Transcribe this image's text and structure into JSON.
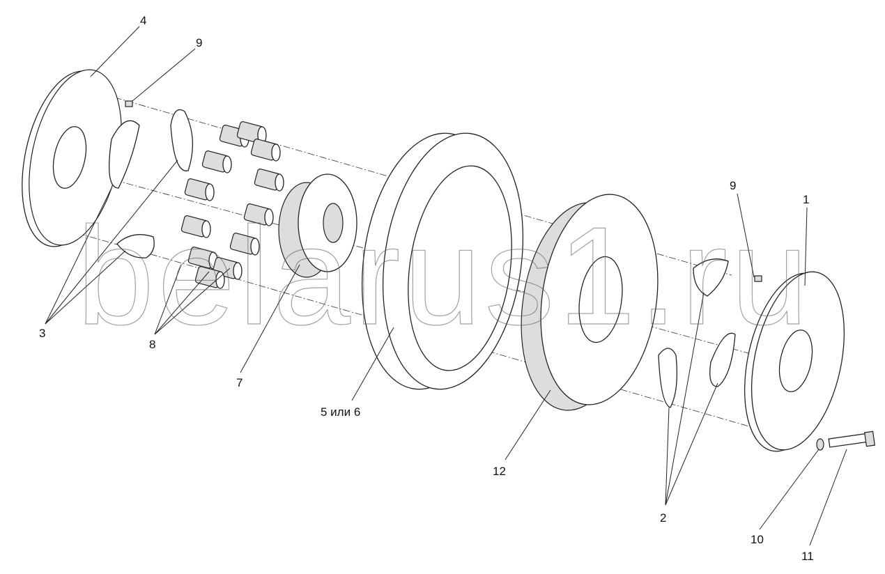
{
  "diagram": {
    "watermark": "belarus1.ru",
    "callouts": [
      {
        "id": "c4",
        "text": "4"
      },
      {
        "id": "c9a",
        "text": "9"
      },
      {
        "id": "c3",
        "text": "3"
      },
      {
        "id": "c8",
        "text": "8"
      },
      {
        "id": "c7",
        "text": "7"
      },
      {
        "id": "c56",
        "text": "5 или 6"
      },
      {
        "id": "c12",
        "text": "12"
      },
      {
        "id": "c9b",
        "text": "9"
      },
      {
        "id": "c1",
        "text": "1"
      },
      {
        "id": "c2",
        "text": "2"
      },
      {
        "id": "c10",
        "text": "10"
      },
      {
        "id": "c11",
        "text": "11"
      }
    ]
  }
}
